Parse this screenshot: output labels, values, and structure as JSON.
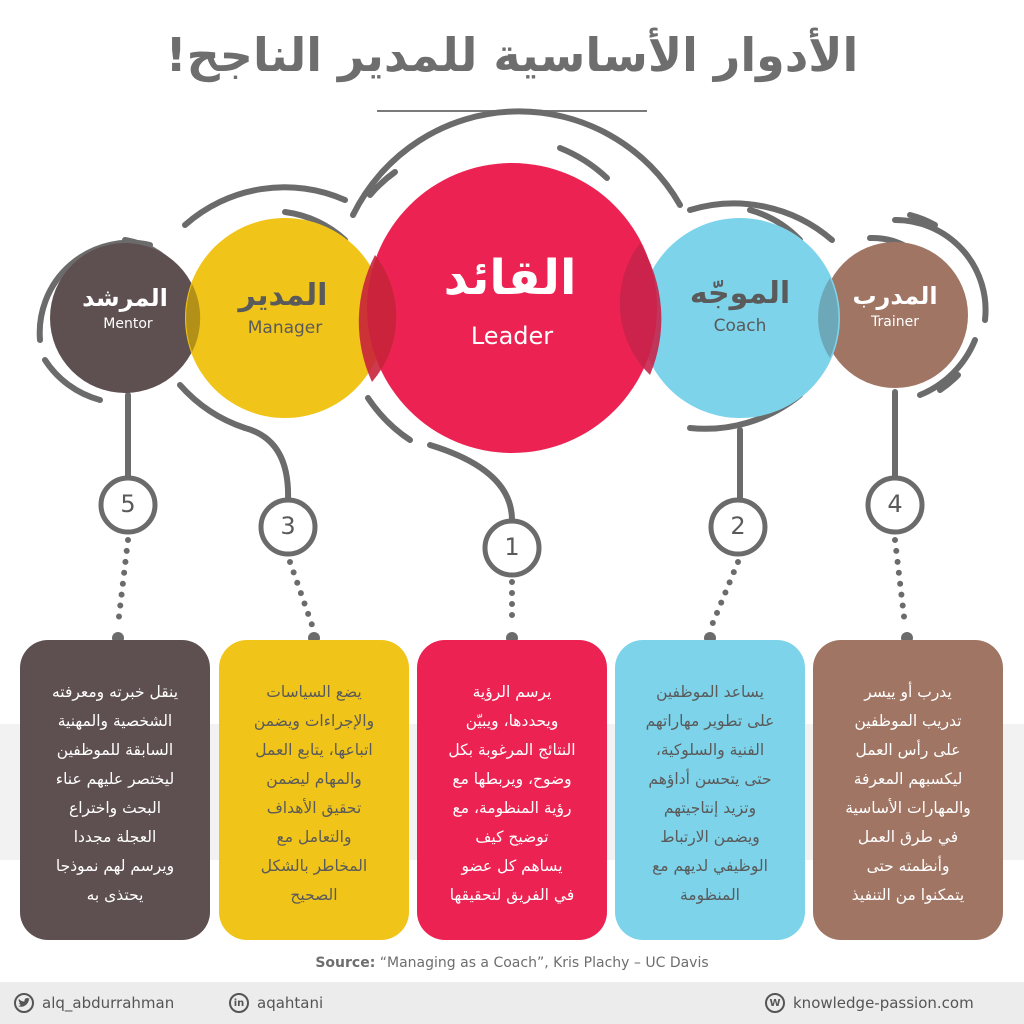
{
  "title": "الأدوار الأساسية للمدير الناجح!",
  "colors": {
    "mentor": "#5e5050",
    "manager": "#f0c419",
    "leader": "#ec2352",
    "coach": "#7dd3ea",
    "trainer": "#a07563",
    "lines": "#6b6b6b"
  },
  "roles": {
    "mentor": {
      "ar": "المرشد",
      "en": "Mentor",
      "number": "5",
      "text": "ينقل خبرته ومعرفته\nالشخصية والمهنية\nالسابقة للموظفين\nليختصر عليهم عناء\nالبحث واختراع\nالعجلة مجددا\nويرسم لهم نموذجا\nيحتذى به"
    },
    "manager": {
      "ar": "المدير",
      "en": "Manager",
      "number": "3",
      "text": "يضع السياسات\nوالإجراءات ويضمن\nاتباعها، يتابع العمل\nوالمهام ليضمن\nتحقيق الأهداف\nوالتعامل مع\nالمخاطر بالشكل\nالصحيح"
    },
    "leader": {
      "ar": "القائد",
      "en": "Leader",
      "number": "1",
      "text": "يرسم الرؤية\nويحددها، ويبيّن\nالنتائج المرغوبة بكل\nوضوح، ويربطها مع\nرؤية المنظومة، مع\nتوضيح كيف\nيساهم كل عضو\nفي الفريق لتحقيقها"
    },
    "coach": {
      "ar": "الموجّه",
      "en": "Coach",
      "number": "2",
      "text": "يساعد الموظفين\nعلى تطوير مهاراتهم\nالفنية والسلوكية،\nحتى يتحسن أداؤهم\nوتزيد إنتاجيتهم\nويضمن الارتباط\nالوظيفي لديهم مع\nالمنظومة"
    },
    "trainer": {
      "ar": "المدرب",
      "en": "Trainer",
      "number": "4",
      "text": "يدرب أو ييسر\nتدريب الموظفين\nعلى رأس العمل\nليكسبهم المعرفة\nوالمهارات الأساسية\nفي طرق العمل\nوأنظمته حتى\nيتمكنوا من التنفيذ"
    }
  },
  "source": {
    "label": "Source:",
    "text": " “Managing as a Coach”, Kris Plachy – UC Davis"
  },
  "footer": {
    "twitter": {
      "icon": "twitter-icon",
      "handle": "alq_abdurrahman"
    },
    "linkedin": {
      "icon": "linkedin-icon",
      "handle": "aqahtani"
    },
    "website": {
      "icon": "wordpress-icon",
      "url": "knowledge-passion.com"
    }
  }
}
